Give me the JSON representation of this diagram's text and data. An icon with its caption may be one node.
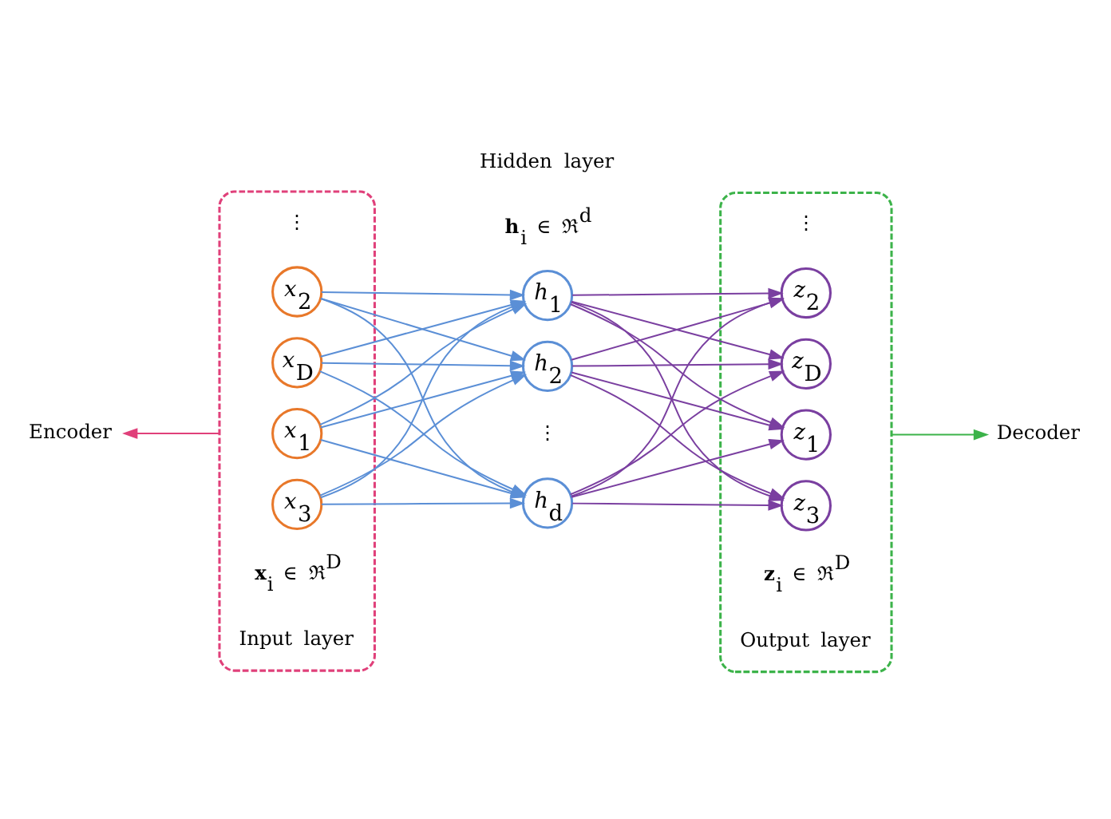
{
  "diagram": {
    "nodes": [
      {
        "text": [],
        "shape": "box"
      },
      {
        "text": [
          "*x*$_{1}$"
        ],
        "in": 0
      },
      {
        "text": [
          "*x*$_{2}$"
        ],
        "in": 0
      },
      {
        "text": [
          "*x*$_{3}$"
        ],
        "in": 0
      },
      {
        "text": [
          "*x*$_{D}$"
        ],
        "in": 0
      },
      {
        "text": [],
        "shape": "box"
      },
      {
        "text": [
          "*h*$_{1}$"
        ]
      },
      {
        "text": [
          "*h*$_{2}$"
        ]
      },
      {
        "text": [
          "*h*$_{d}$"
        ]
      },
      {
        "text": [
          "*z*$_{1}$"
        ],
        "in": 5
      },
      {
        "text": [
          "*z*$_{2}$"
        ],
        "in": 5
      },
      {
        "text": [
          "*z*$_{3}$"
        ],
        "in": 5
      },
      {
        "text": [
          "*z*$_{D}$"
        ],
        "in": 5
      },
      {
        "text": [
          "Encoder"
        ]
      },
      {
        "text": [
          "Decoder"
        ]
      }
    ],
    "edges": [
      {
        "from": 1,
        "to": 6,
        "arrow": "to",
        "color": "#5b8fd6"
      },
      {
        "from": 1,
        "to": 7,
        "arrow": "to",
        "color": "#5b8fd6"
      },
      {
        "from": 1,
        "to": 8,
        "arrow": "to",
        "color": "#5b8fd6"
      },
      {
        "from": 2,
        "to": 6,
        "arrow": "to",
        "color": "#5b8fd6"
      },
      {
        "from": 2,
        "to": 7,
        "arrow": "to",
        "color": "#5b8fd6"
      },
      {
        "from": 2,
        "to": 8,
        "arrow": "to",
        "color": "#5b8fd6"
      },
      {
        "from": 3,
        "to": 6,
        "arrow": "to",
        "color": "#5b8fd6"
      },
      {
        "from": 3,
        "to": 7,
        "arrow": "to",
        "color": "#5b8fd6"
      },
      {
        "from": 3,
        "to": 8,
        "arrow": "to",
        "color": "#5b8fd6"
      },
      {
        "from": 4,
        "to": 6,
        "arrow": "to",
        "color": "#5b8fd6"
      },
      {
        "from": 4,
        "to": 7,
        "arrow": "to",
        "color": "#5b8fd6"
      },
      {
        "from": 4,
        "to": 8,
        "arrow": "to",
        "color": "#5b8fd6"
      },
      {
        "from": 6,
        "to": 9,
        "arrow": "to",
        "color": "#7a3fa0"
      },
      {
        "from": 6,
        "to": 10,
        "arrow": "to",
        "color": "#7a3fa0"
      },
      {
        "from": 6,
        "to": 11,
        "arrow": "to",
        "color": "#7a3fa0"
      },
      {
        "from": 6,
        "to": 12,
        "arrow": "to",
        "color": "#7a3fa0"
      },
      {
        "from": 7,
        "to": 9,
        "arrow": "to",
        "color": "#7a3fa0"
      },
      {
        "from": 7,
        "to": 10,
        "arrow": "to",
        "color": "#7a3fa0"
      },
      {
        "from": 7,
        "to": 11,
        "arrow": "to",
        "color": "#7a3fa0"
      },
      {
        "from": 7,
        "to": 12,
        "arrow": "to",
        "color": "#7a3fa0"
      },
      {
        "from": 8,
        "to": 9,
        "arrow": "to",
        "color": "#7a3fa0"
      },
      {
        "from": 8,
        "to": 10,
        "arrow": "to",
        "color": "#7a3fa0"
      },
      {
        "from": 8,
        "to": 11,
        "arrow": "to",
        "color": "#7a3fa0"
      },
      {
        "from": 8,
        "to": 12,
        "arrow": "to",
        "color": "#7a3fa0"
      },
      {
        "from": 0,
        "to": 13,
        "arrow": "to",
        "color": "#e0407a"
      },
      {
        "from": 5,
        "to": 14,
        "arrow": "to",
        "color": "#3cb34a"
      }
    ],
    "labels": [
      "Input layer",
      "Hidden layer",
      "Output layer",
      "**x**$_{i}$ ∈ ℜ$^{D}$",
      "**h**$_{i}$ ∈ ℜ$^{d}$",
      "**z**$_{i}$ ∈ ℜ$^{D}$",
      "⋮",
      "⋮",
      "⋮"
    ]
  }
}
